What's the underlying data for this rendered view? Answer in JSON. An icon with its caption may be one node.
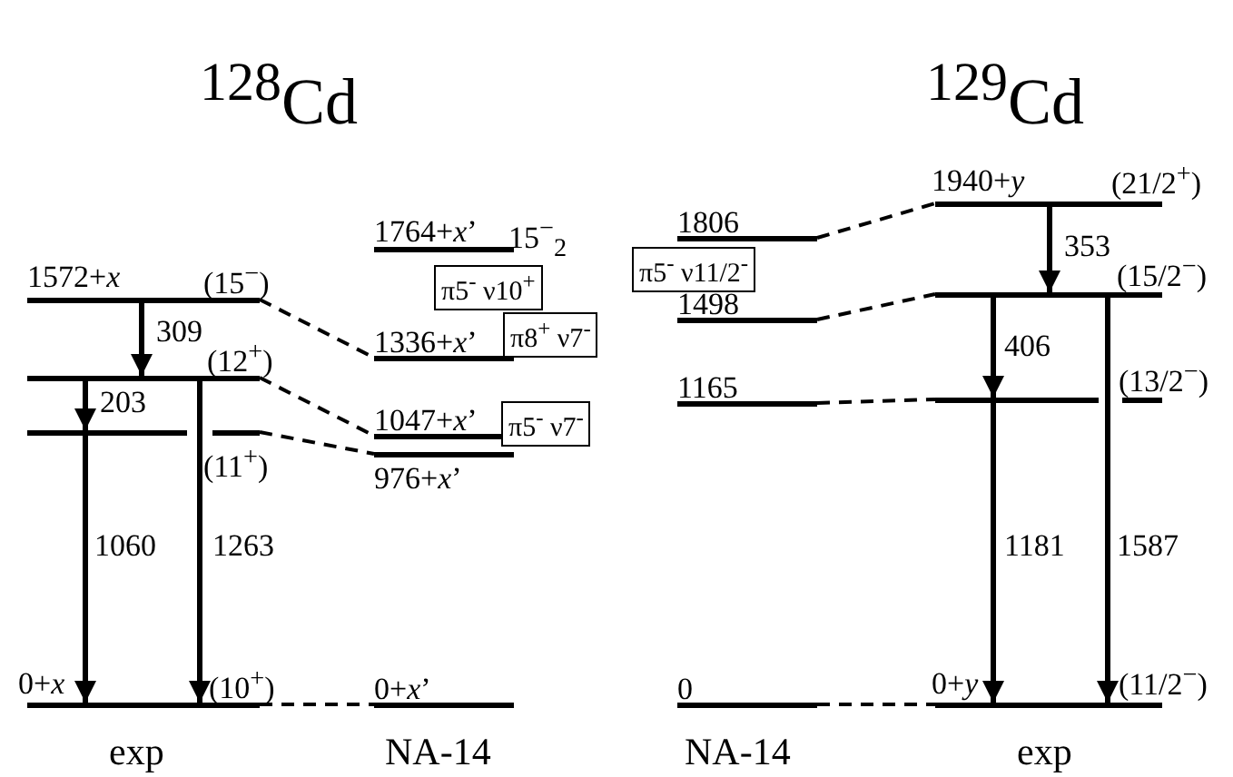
{
  "diagram": {
    "nodes": [
      {
        "text": [
          "1572+*x*",
          "(15$^{−}$)"
        ]
      },
      {
        "text": [
          "(12$^{+}$)"
        ]
      },
      {
        "text": [
          "(11$^{+}$)"
        ]
      },
      {
        "text": [
          "0+*x*",
          "(10$^{+}$)"
        ]
      },
      {
        "text": [
          "1764+*x*’",
          "15$^{−}$$_{2}$"
        ]
      },
      {
        "text": [
          "1336+*x*’"
        ]
      },
      {
        "text": [
          "1047+*x*’"
        ]
      },
      {
        "text": [
          "976+*x*’"
        ]
      },
      {
        "text": [
          "0+*x*’"
        ]
      },
      {
        "text": [
          "π5$^{-}$ ν10$^{+}$"
        ]
      },
      {
        "text": [
          "π8$^{+}$ ν7$^{-}$"
        ]
      },
      {
        "text": [
          "π5$^{-}$ ν7$^{-}$"
        ]
      },
      {
        "text": [
          "1806"
        ]
      },
      {
        "text": [
          "1498"
        ]
      },
      {
        "text": [
          "1165"
        ]
      },
      {
        "text": [
          "0"
        ]
      },
      {
        "text": [
          "π5$^{-}$ ν11/2$^{-}$"
        ]
      },
      {
        "text": [
          "1940+*y*",
          "(21/2$^{+}$)"
        ]
      },
      {
        "text": [
          "(15/2$^{−}$)"
        ]
      },
      {
        "text": [
          "(13/2$^{−}$)"
        ]
      },
      {
        "text": [
          "0+*y*",
          "(11/2$^{−}$)"
        ]
      }
    ],
    "edges": [
      {
        "from": 0,
        "to": 1,
        "arrow": "to",
        "label": "309"
      },
      {
        "from": 1,
        "to": 2,
        "arrow": "to",
        "label": "203"
      },
      {
        "from": 2,
        "to": 3,
        "arrow": "to",
        "label": "1060"
      },
      {
        "from": 1,
        "to": 3,
        "arrow": "to",
        "label": "1263"
      },
      {
        "from": 0,
        "to": 5,
        "arrow": "none",
        "style": "dashed"
      },
      {
        "from": 1,
        "to": 6,
        "arrow": "none",
        "style": "dashed"
      },
      {
        "from": 2,
        "to": 7,
        "arrow": "none",
        "style": "dashed"
      },
      {
        "from": 3,
        "to": 8,
        "arrow": "none",
        "style": "dashed"
      },
      {
        "from": 17,
        "to": 18,
        "arrow": "to",
        "label": "353"
      },
      {
        "from": 18,
        "to": 19,
        "arrow": "to",
        "label": "406"
      },
      {
        "from": 19,
        "to": 20,
        "arrow": "to",
        "label": "1181"
      },
      {
        "from": 18,
        "to": 20,
        "arrow": "to",
        "label": "1587"
      },
      {
        "from": 12,
        "to": 17,
        "arrow": "none",
        "style": "dashed"
      },
      {
        "from": 13,
        "to": 18,
        "arrow": "none",
        "style": "dashed"
      },
      {
        "from": 14,
        "to": 19,
        "arrow": "none",
        "style": "dashed"
      },
      {
        "from": 15,
        "to": 20,
        "arrow": "none",
        "style": "dashed"
      }
    ],
    "labels": [
      "$^{128}$Cd",
      "$^{129}$Cd",
      "exp",
      "NA-14",
      "NA-14",
      "exp"
    ]
  }
}
